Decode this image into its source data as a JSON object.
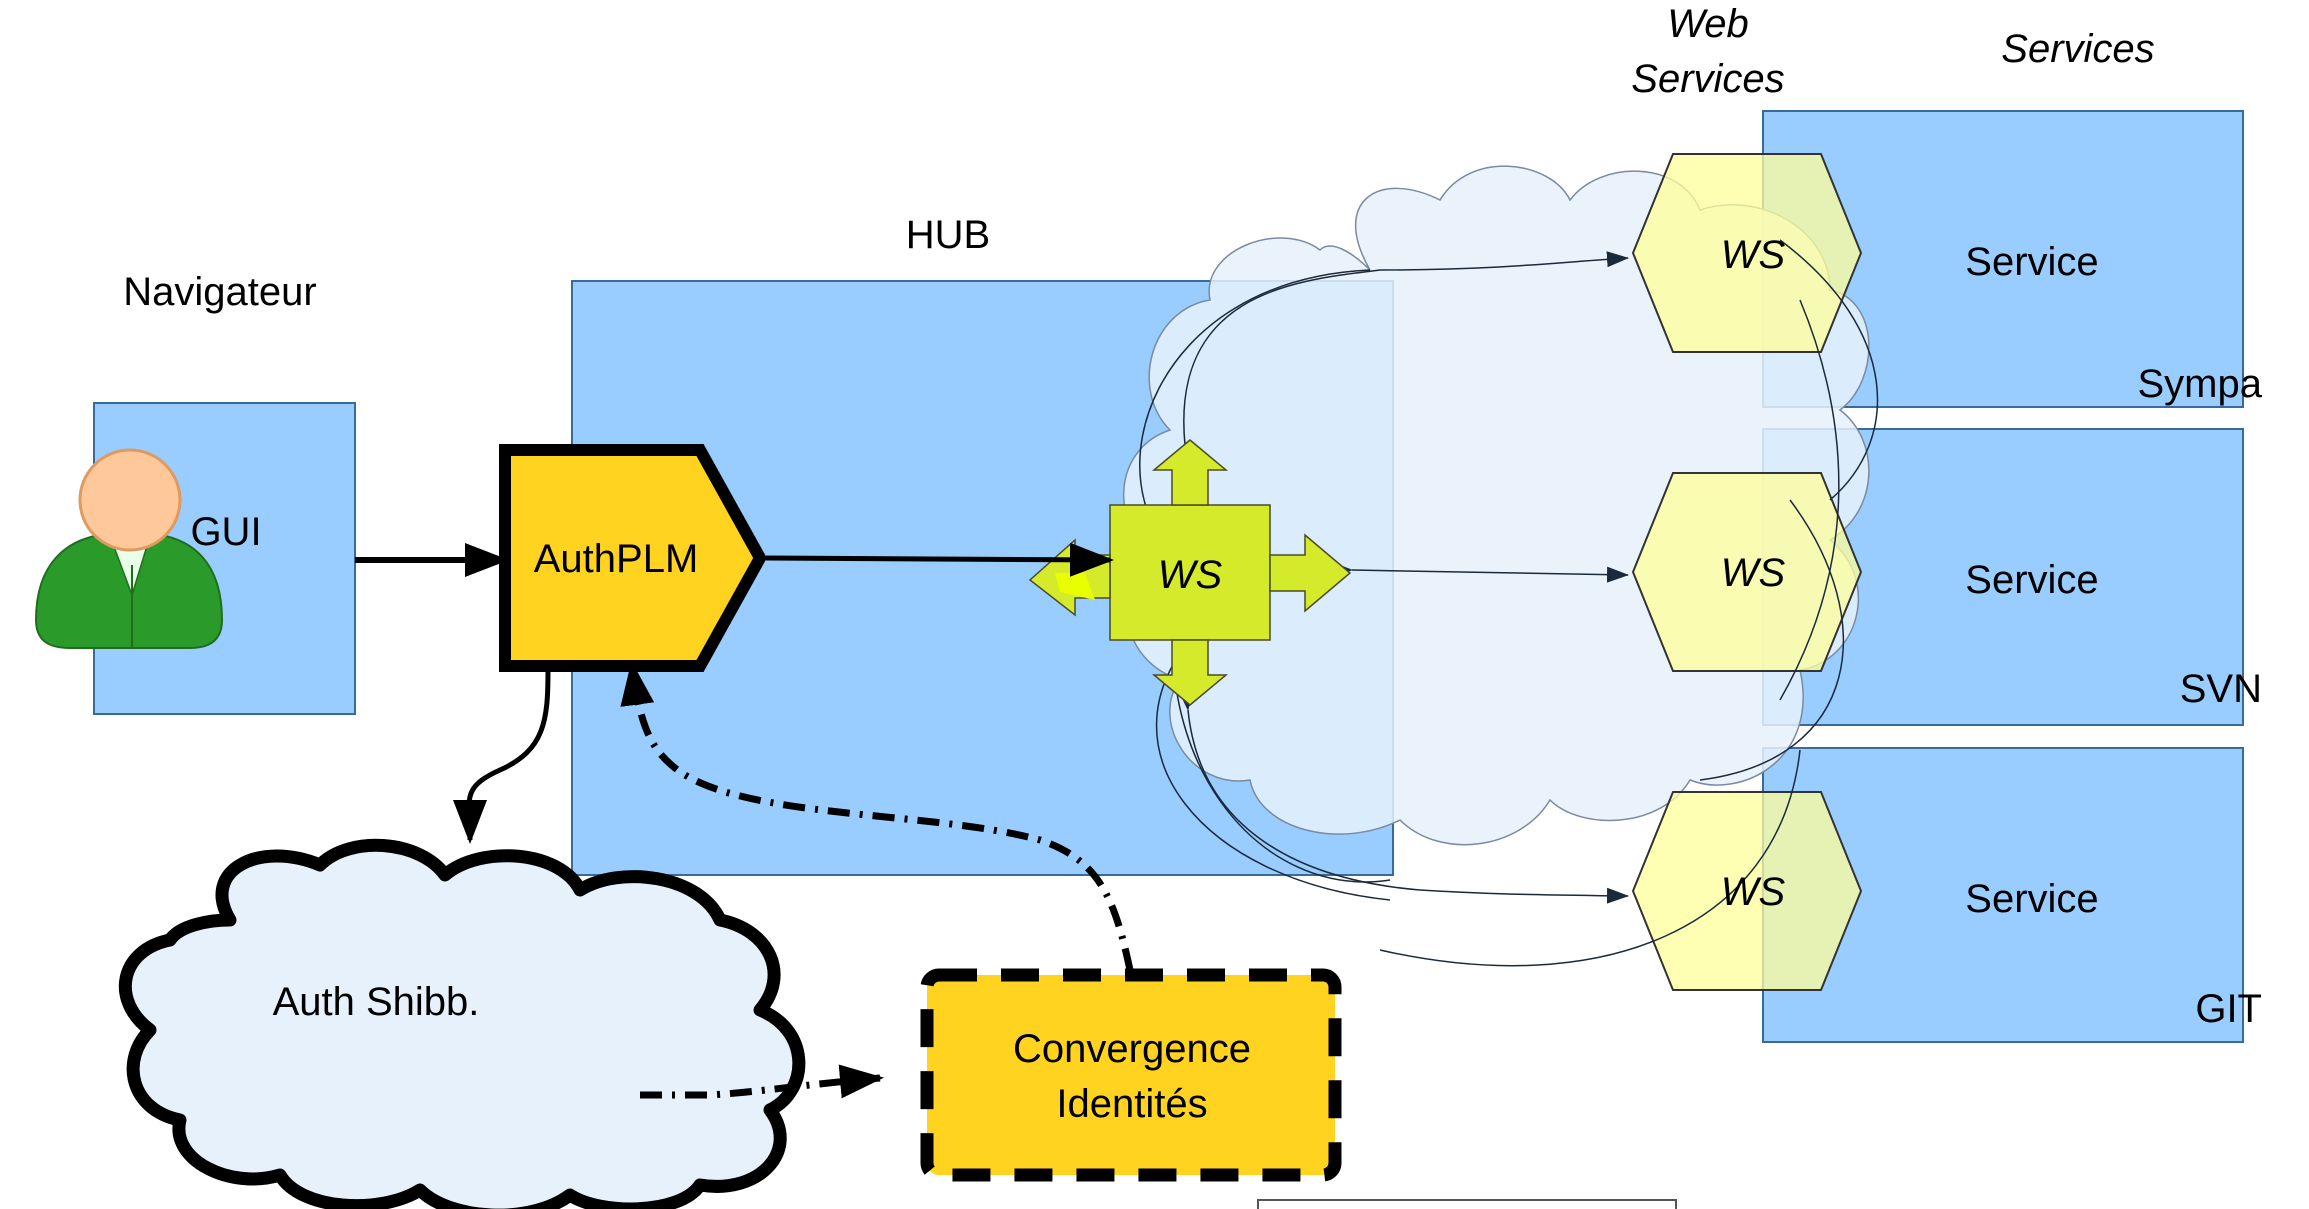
{
  "labels": {
    "web_services": [
      "Web",
      "Services"
    ],
    "services": "Services",
    "hub": "HUB",
    "navigateur": "Navigateur",
    "gui": "GUI",
    "authplm": "AuthPLM",
    "auth_shibb": "Auth Shibb.",
    "convergence": [
      "Convergence",
      "Identités"
    ],
    "ws": "WS"
  },
  "services": [
    {
      "label": "Service",
      "name": "Sympa",
      "ws": "WS"
    },
    {
      "label": "Service",
      "name": "SVN",
      "ws": "WS"
    },
    {
      "label": "Service",
      "name": "GIT",
      "ws": "WS"
    }
  ],
  "colors": {
    "box_blue": "#99ccff",
    "cloud_light": "#e6f1fb",
    "authplm_yellow": "#ffd320",
    "ws_cross": "#d4ea2b",
    "hex_yellow": "#ffff99",
    "person_green": "#2a9a2a",
    "person_skin": "#ffc89a"
  }
}
